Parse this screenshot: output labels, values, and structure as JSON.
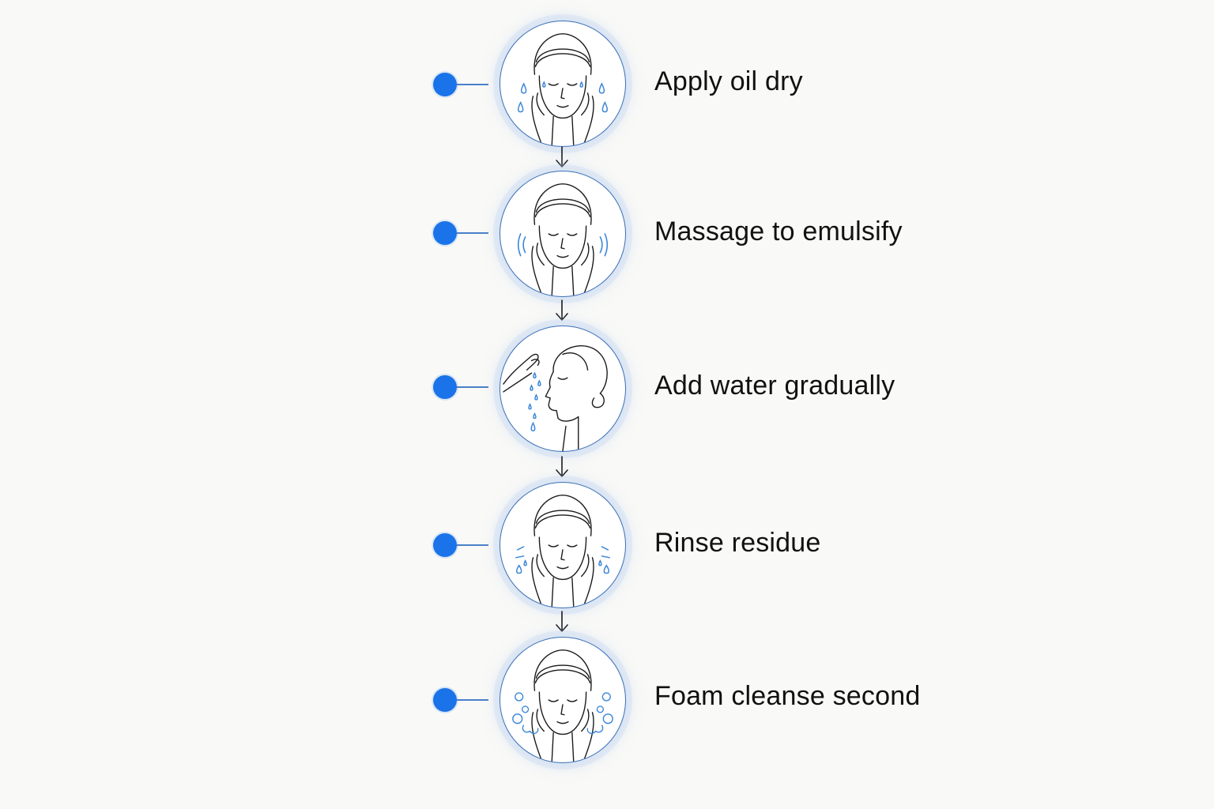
{
  "colors": {
    "accent": "#1a73e8",
    "outline": "#3b6fb6",
    "ink": "#1a1a1a",
    "water": "#3a86d8",
    "background": "#f9f9f7"
  },
  "steps": [
    {
      "label": "Apply oil dry",
      "icon": "face-oil-drops-icon"
    },
    {
      "label": "Massage to emulsify",
      "icon": "face-massage-icon"
    },
    {
      "label": "Add water gradually",
      "icon": "face-profile-water-icon"
    },
    {
      "label": "Rinse residue",
      "icon": "face-rinse-splash-icon"
    },
    {
      "label": "Foam cleanse second",
      "icon": "face-foam-bubbles-icon"
    }
  ]
}
